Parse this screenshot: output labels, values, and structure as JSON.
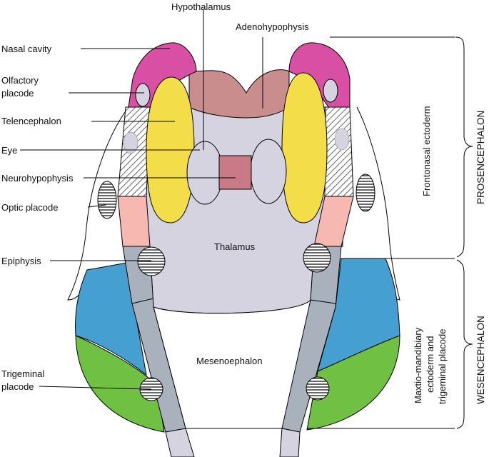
{
  "labels": {
    "hypothalamus": "Hypothalamus",
    "adenohypophysis": "Adenohypophysis",
    "nasal_cavity": "Nasal cavity",
    "olfactory_placode_1": "Olfactory",
    "olfactory_placode_2": "placode",
    "telencephalon": "Telencephalon",
    "eye": "Eye",
    "neurohypophysis": "Neurohypophysis",
    "optic_placode": "Optic placode",
    "epiphysis": "Epiphysis",
    "thalamus": "Thalamus",
    "mesencephalon": "Mesenoephalon",
    "trigeminal_placode_1": "Trigeminal",
    "trigeminal_placode_2": "placode",
    "frontonasal_ectoderm": "Frontonasal ectoderm",
    "prosencephalon": "PROSENCEPHALON",
    "wesencephalon": "WESENCEPHALON",
    "maxillo_1": "Maxtio-mandibiary",
    "maxillo_2": "ectoderm and",
    "maxillo_3": "trigeminal placode"
  },
  "colors": {
    "pink": "#d94fa3",
    "mauve": "#c98d8d",
    "yellow": "#f3de4a",
    "lavender": "#d6d3e0",
    "salmon": "#f7b8b2",
    "neuro": "#c97a86",
    "grey_tube": "#a9b1bd",
    "blue": "#459fd0",
    "green": "#6fc043"
  }
}
